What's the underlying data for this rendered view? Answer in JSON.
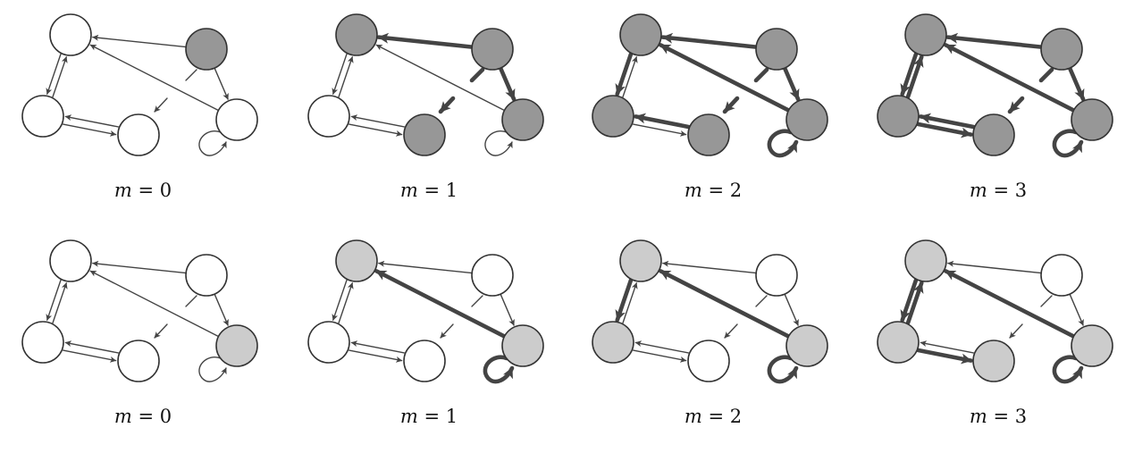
{
  "colors": {
    "white": "#ffffff",
    "dark": "#979797",
    "light": "#cccccc",
    "stroke": "#333333",
    "edge": "#444444"
  },
  "panels": [
    {
      "row": 0,
      "col": 0,
      "label": "m = 0",
      "var": "m",
      "rest": " = 0",
      "nodes": {
        "A": "white",
        "B": "dark",
        "C": "white",
        "D": "white",
        "E": "white"
      },
      "heavy": []
    },
    {
      "row": 0,
      "col": 1,
      "label": "m = 1",
      "var": "m",
      "rest": " = 1",
      "nodes": {
        "A": "dark",
        "B": "dark",
        "C": "white",
        "D": "dark",
        "E": "dark"
      },
      "heavy": [
        "BA",
        "BE",
        "inD"
      ]
    },
    {
      "row": 0,
      "col": 2,
      "label": "m = 2",
      "var": "m",
      "rest": " = 2",
      "nodes": {
        "A": "dark",
        "B": "dark",
        "C": "dark",
        "D": "dark",
        "E": "dark"
      },
      "heavy": [
        "BA",
        "BE",
        "inD",
        "EA",
        "EE",
        "AC",
        "DC"
      ]
    },
    {
      "row": 0,
      "col": 3,
      "label": "m = 3",
      "var": "m",
      "rest": " = 3",
      "nodes": {
        "A": "dark",
        "B": "dark",
        "C": "dark",
        "D": "dark",
        "E": "dark"
      },
      "heavy": [
        "BA",
        "BE",
        "inD",
        "EA",
        "EE",
        "AC",
        "DC",
        "CA",
        "CD"
      ]
    },
    {
      "row": 1,
      "col": 0,
      "label": "m = 0",
      "var": "m",
      "rest": " = 0",
      "nodes": {
        "A": "white",
        "B": "white",
        "C": "white",
        "D": "white",
        "E": "light"
      },
      "heavy": []
    },
    {
      "row": 1,
      "col": 1,
      "label": "m = 1",
      "var": "m",
      "rest": " = 1",
      "nodes": {
        "A": "light",
        "B": "white",
        "C": "white",
        "D": "white",
        "E": "light"
      },
      "heavy": [
        "EA",
        "EE"
      ]
    },
    {
      "row": 1,
      "col": 2,
      "label": "m = 2",
      "var": "m",
      "rest": " = 2",
      "nodes": {
        "A": "light",
        "B": "white",
        "C": "light",
        "D": "white",
        "E": "light"
      },
      "heavy": [
        "EA",
        "EE",
        "AC"
      ]
    },
    {
      "row": 1,
      "col": 3,
      "label": "m = 3",
      "var": "m",
      "rest": " = 3",
      "nodes": {
        "A": "light",
        "B": "white",
        "C": "light",
        "D": "light",
        "E": "light"
      },
      "heavy": [
        "EA",
        "EE",
        "AC",
        "CA",
        "CD"
      ]
    }
  ]
}
